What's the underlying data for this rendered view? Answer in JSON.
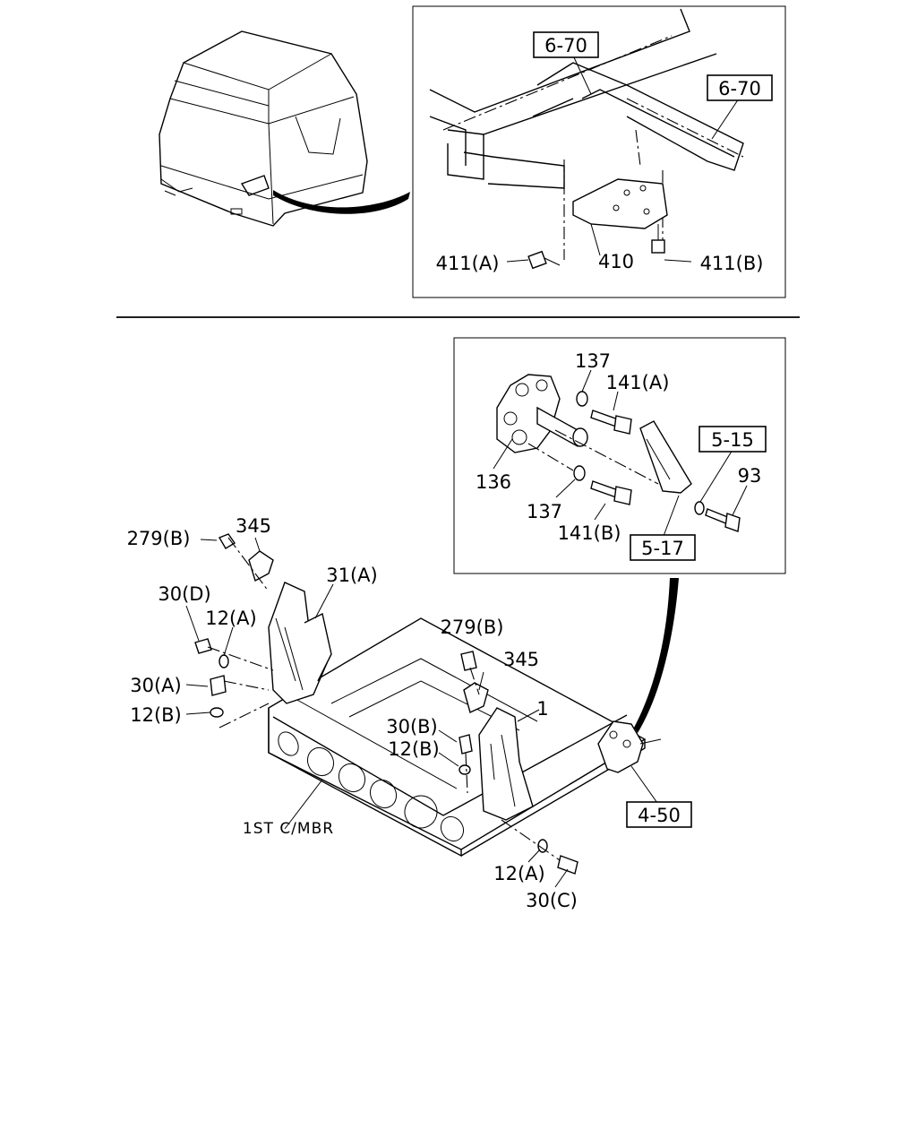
{
  "top_inset": {
    "refs": [
      "6-70",
      "6-70"
    ],
    "parts": [
      "410",
      "411(A)",
      "411(B)"
    ]
  },
  "bushing_inset": {
    "refs": [
      "5-15",
      "5-17"
    ],
    "parts": [
      "137",
      "141(A)",
      "136",
      "137",
      "141(B)",
      "93"
    ]
  },
  "main": {
    "refs": [
      "4-50"
    ],
    "parts": [
      "279(B)",
      "345",
      "30(D)",
      "12(A)",
      "31(A)",
      "30(A)",
      "12(B)",
      "279(B)",
      "345",
      "1",
      "30(B)",
      "12(B)",
      "12(A)",
      "30(C)"
    ],
    "crossmember_label": "1ST C/MBR"
  }
}
